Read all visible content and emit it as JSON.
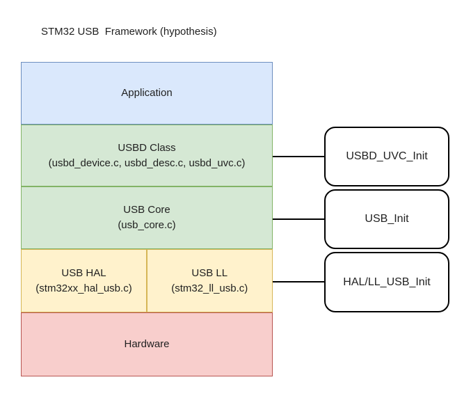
{
  "title": "STM32 USB  Framework (hypothesis)",
  "palette": {
    "application_fill": "#dae8fc",
    "application_stroke": "#6c8ebf",
    "usb_stack_fill": "#d5e8d4",
    "usb_stack_stroke": "#82b366",
    "hal_ll_fill": "#fff2cc",
    "hal_ll_stroke": "#d6b656",
    "hardware_fill": "#f8cecc",
    "hardware_stroke": "#b85450",
    "callout_fill": "#ffffff",
    "callout_stroke": "#000000",
    "connector": "#000000",
    "text": "#1f1f1f",
    "background": "#ffffff"
  },
  "stack": {
    "application": {
      "label": "Application"
    },
    "usbd_class": {
      "label": "USBD Class",
      "files": "(usbd_device.c, usbd_desc.c, usbd_uvc.c)"
    },
    "usb_core": {
      "label": "USB Core",
      "files": "(usb_core.c)"
    },
    "usb_hal": {
      "label": "USB HAL",
      "files": "(stm32xx_hal_usb.c)"
    },
    "usb_ll": {
      "label": "USB LL",
      "files": "(stm32_ll_usb.c)"
    },
    "hardware": {
      "label": "Hardware"
    }
  },
  "callouts": {
    "usbd_uvc_init": {
      "label": "USBD_UVC_Init"
    },
    "usb_init": {
      "label": "USB_Init"
    },
    "hal_ll_usb_init": {
      "label": "HAL/LL_USB_Init"
    }
  }
}
